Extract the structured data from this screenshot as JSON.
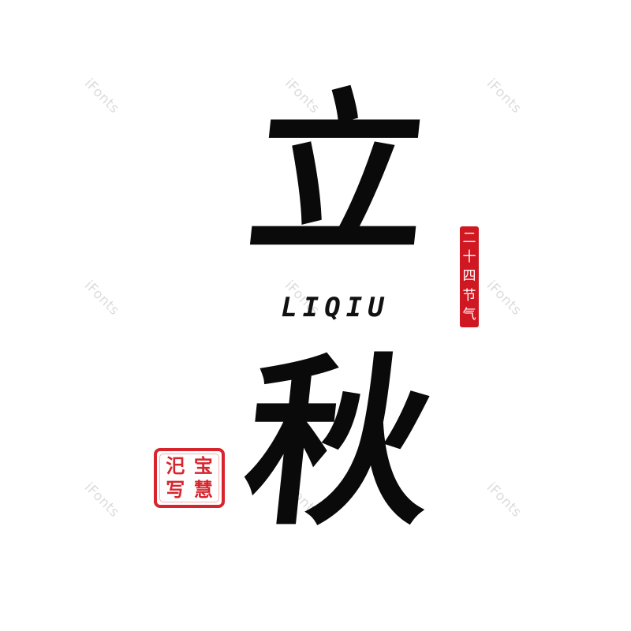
{
  "watermark": {
    "text": "iFonts"
  },
  "title": {
    "char_1": "立",
    "char_2": "秋",
    "pinyin": "LIQIU"
  },
  "seal_vertical": {
    "chars": [
      "二",
      "十",
      "四",
      "节",
      "气"
    ]
  },
  "seal_square": {
    "chars": [
      "宝",
      "慧",
      "汜",
      "写"
    ]
  },
  "colors": {
    "ink": "#0a0a0a",
    "seal_red": "#d01822",
    "watermark": "#dcdcdc",
    "background": "#ffffff"
  }
}
